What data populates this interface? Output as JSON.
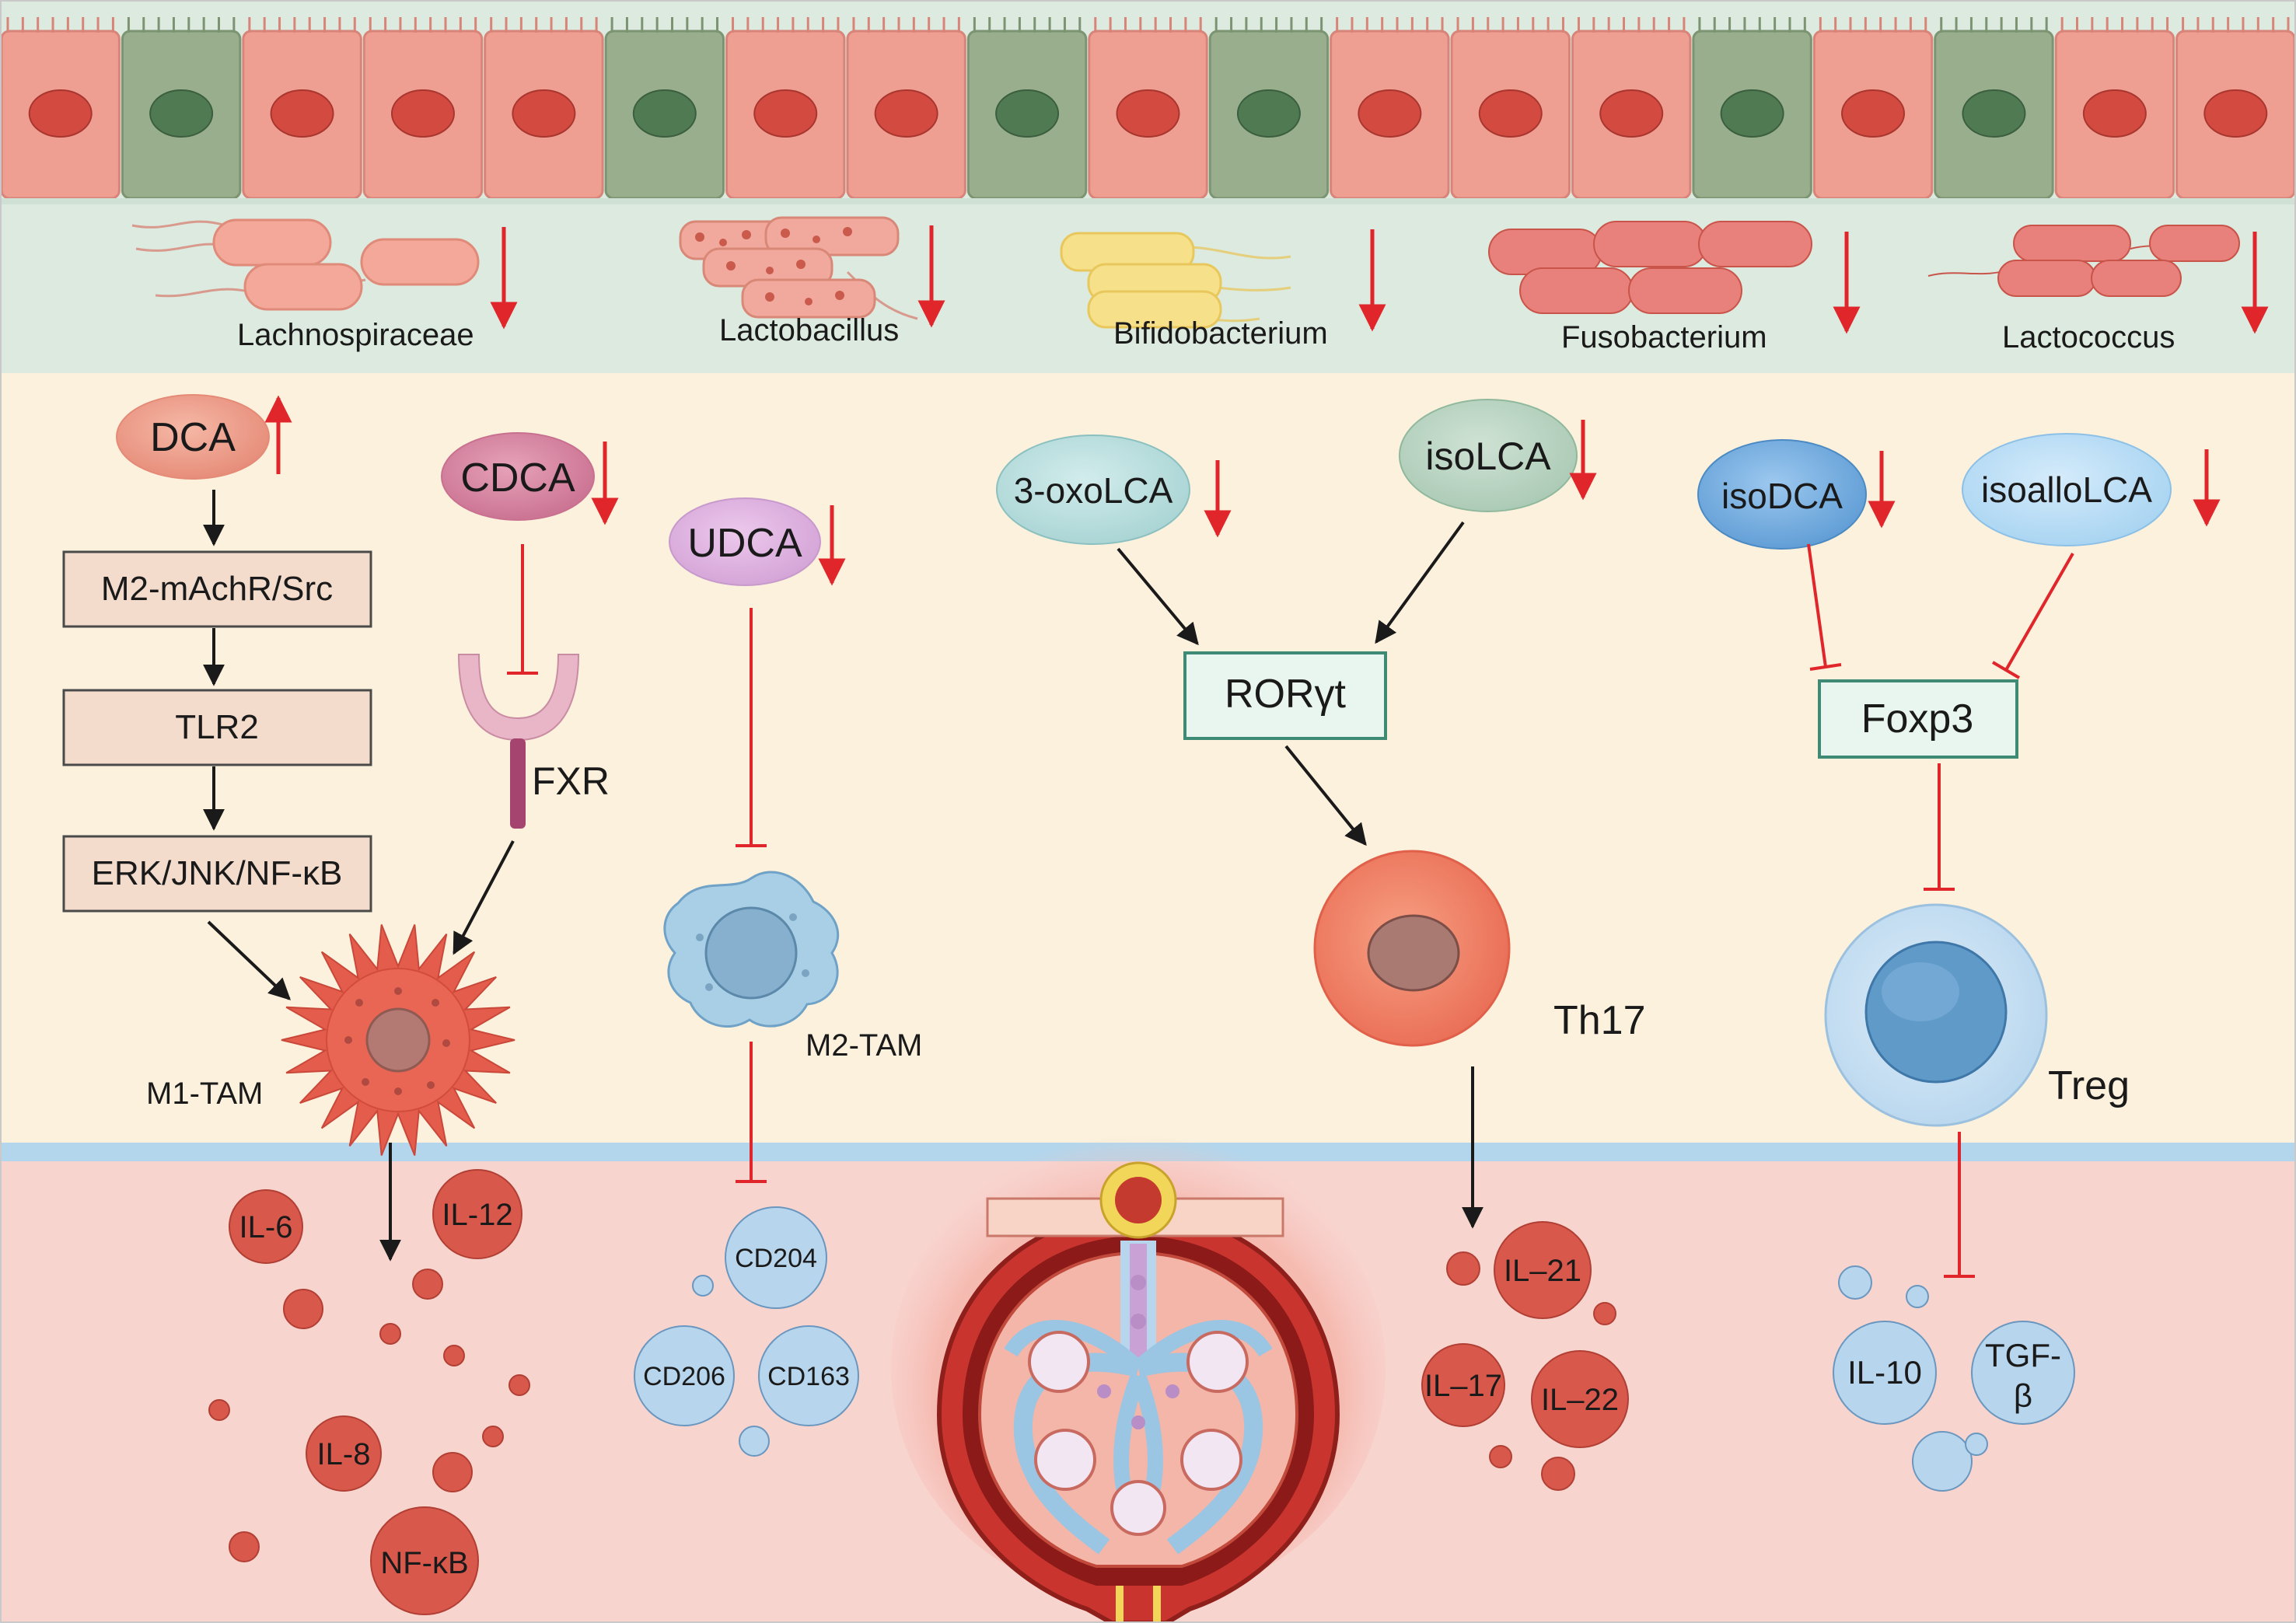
{
  "bacteria": [
    {
      "name": "Lachnospiraceae",
      "trend": "down"
    },
    {
      "name": "Lactobacillus",
      "trend": "down"
    },
    {
      "name": "Bifidobacterium",
      "trend": "down"
    },
    {
      "name": "Fusobacterium",
      "trend": "down"
    },
    {
      "name": "Lactococcus",
      "trend": "down"
    }
  ],
  "bile_acids": {
    "dca": {
      "label": "DCA",
      "trend": "up"
    },
    "cdca": {
      "label": "CDCA",
      "trend": "down"
    },
    "udca": {
      "label": "UDCA",
      "trend": "down"
    },
    "oxolca": {
      "label": "3-oxoLCA",
      "trend": "down"
    },
    "isolca": {
      "label": "isoLCA",
      "trend": "down"
    },
    "isodca": {
      "label": "isoDCA",
      "trend": "down"
    },
    "isoallolca": {
      "label": "isoalloLCA",
      "trend": "down"
    }
  },
  "pathway": {
    "box1": "M2-mAchR/Src",
    "box2": "TLR2",
    "box3": "ERK/JNK/NF-κB"
  },
  "receptors": {
    "fxr": "FXR",
    "roryt": "RORγt",
    "foxp3": "Foxp3"
  },
  "cells": {
    "m1": "M1-TAM",
    "m2": "M2-TAM",
    "th17": "Th17",
    "treg": "Treg"
  },
  "cytokines": {
    "m1": [
      "IL-6",
      "IL-12",
      "IL-8",
      "NF-κB"
    ],
    "m2": [
      "CD204",
      "CD206",
      "CD163"
    ],
    "th17": [
      "IL–21",
      "IL–17",
      "IL–22"
    ],
    "treg": [
      "IL-10",
      "TGF-",
      "β"
    ]
  },
  "colors": {
    "activation_arrow": "#1a1a1a",
    "inhibition": "#e0262a",
    "trend_arrow": "#e0262a",
    "pro_inflammatory": "#d9584c",
    "anti_inflammatory": "#b7d5ec"
  }
}
